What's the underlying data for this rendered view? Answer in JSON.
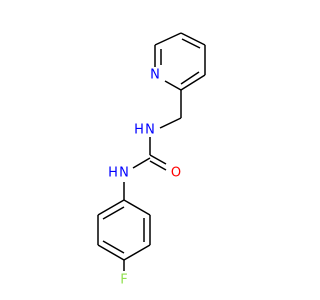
{
  "molecule": {
    "atoms": {
      "pyridine_n": {
        "label": "N",
        "color": "#0000ff"
      },
      "amine_n_upper": {
        "label": "N",
        "color": "#0000ff"
      },
      "amine_h_upper": {
        "label": "H",
        "color": "#0000ff"
      },
      "carbonyl_o": {
        "label": "O",
        "color": "#ff0000"
      },
      "amine_n_lower": {
        "label": "N",
        "color": "#0000ff"
      },
      "amine_h_lower": {
        "label": "H",
        "color": "#0000ff"
      },
      "fluorine": {
        "label": "F",
        "color": "#90e050"
      }
    }
  }
}
